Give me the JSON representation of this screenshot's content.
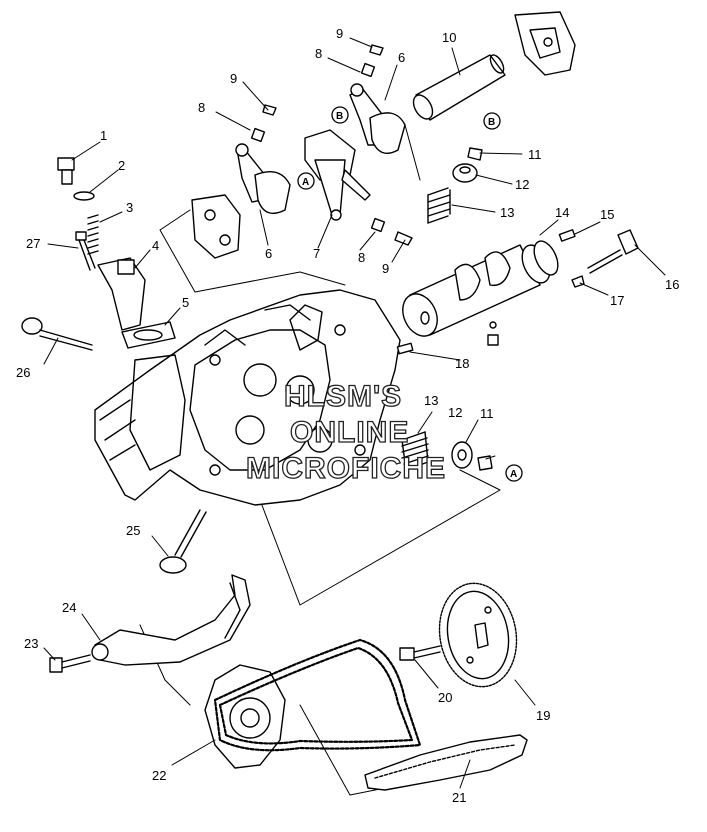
{
  "watermark": {
    "line1": "HLSM'S",
    "line2": "ONLINE",
    "line3": "MICROFICHE"
  },
  "callouts": [
    {
      "n": "1"
    },
    {
      "n": "2"
    },
    {
      "n": "3"
    },
    {
      "n": "4"
    },
    {
      "n": "5"
    },
    {
      "n": "6"
    },
    {
      "n": "6"
    },
    {
      "n": "7"
    },
    {
      "n": "8"
    },
    {
      "n": "8"
    },
    {
      "n": "8"
    },
    {
      "n": "9"
    },
    {
      "n": "9"
    },
    {
      "n": "9"
    },
    {
      "n": "10"
    },
    {
      "n": "11"
    },
    {
      "n": "11"
    },
    {
      "n": "12"
    },
    {
      "n": "12"
    },
    {
      "n": "13"
    },
    {
      "n": "13"
    },
    {
      "n": "14"
    },
    {
      "n": "15"
    },
    {
      "n": "16"
    },
    {
      "n": "17"
    },
    {
      "n": "18"
    },
    {
      "n": "19"
    },
    {
      "n": "20"
    },
    {
      "n": "21"
    },
    {
      "n": "22"
    },
    {
      "n": "23"
    },
    {
      "n": "24"
    },
    {
      "n": "25"
    },
    {
      "n": "26"
    },
    {
      "n": "27"
    }
  ],
  "reference_marks": [
    {
      "letter": "B"
    },
    {
      "letter": "B"
    },
    {
      "letter": "A"
    },
    {
      "letter": "A"
    }
  ]
}
